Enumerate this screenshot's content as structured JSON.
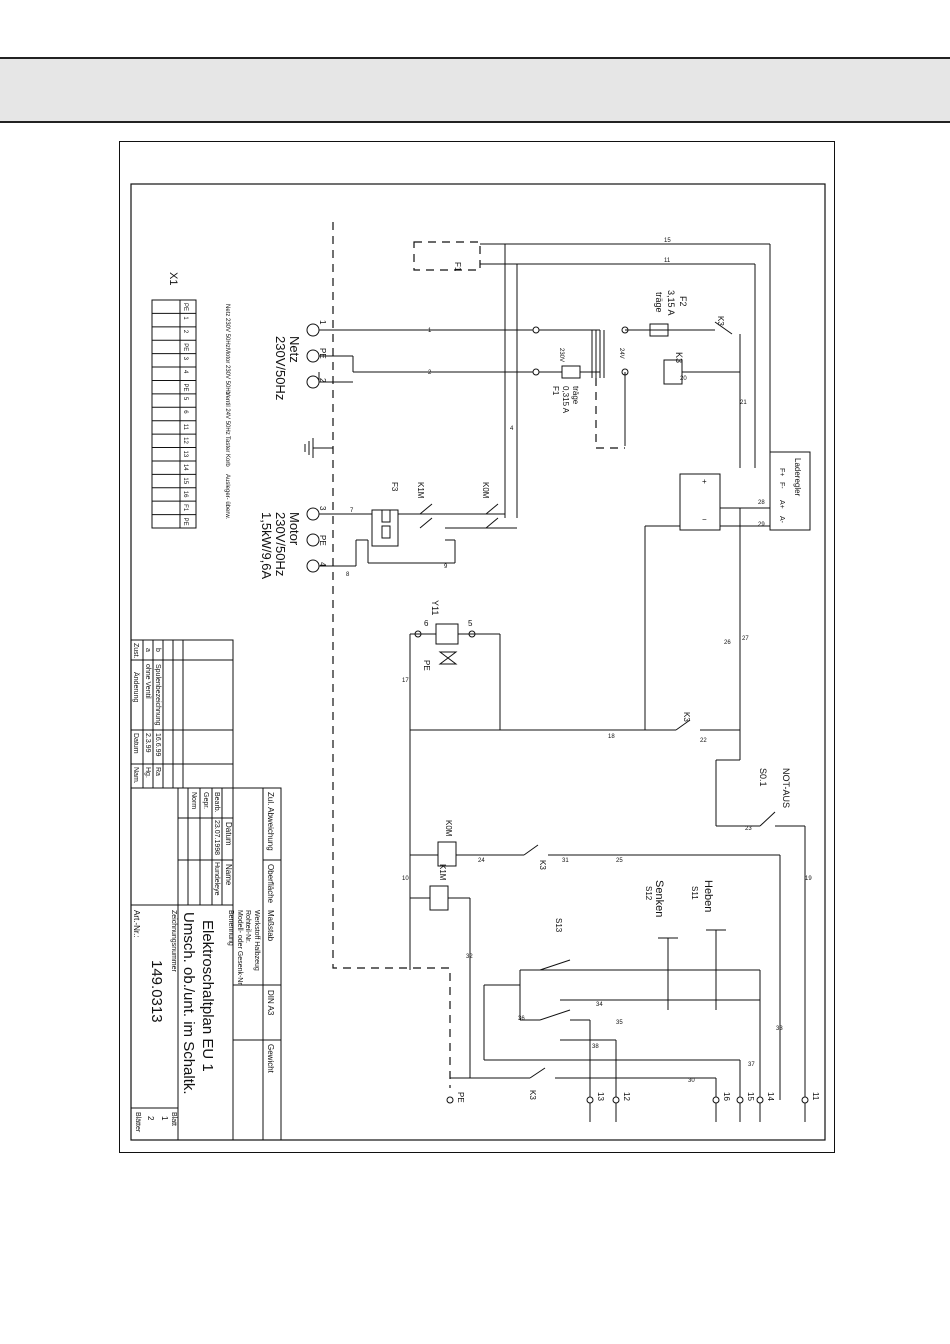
{
  "mains": {
    "label": "Netz",
    "spec": "230V/50Hz",
    "pe": "PE"
  },
  "motor": {
    "label": "Motor",
    "spec1": "230V/50Hz",
    "spec2": "1,5kW/9,6A"
  },
  "terminal_strip": {
    "name": "X1",
    "numbers": [
      "PE",
      "1",
      "2",
      "PE",
      "3",
      "4",
      "PE",
      "5",
      "6",
      "11",
      "12",
      "13",
      "14",
      "15",
      "16",
      "F1",
      "PE"
    ],
    "group_labels": [
      "Netz 230V 50Hz",
      "Motor 230V 50Hz",
      "Ventil 24V 50Hz",
      "Taster Korb",
      "Ausleger- überw."
    ]
  },
  "fuses": {
    "f1_name": "F1",
    "f1_rating": "0,315 A",
    "f1_type": "träge",
    "f2_name": "F2",
    "f2_rating": "3,15 A",
    "f2_type": "träge"
  },
  "transformer": {
    "primary": "230V",
    "secondary": "24V"
  },
  "contactors": {
    "k1m": "K1M",
    "k0m": "K0M",
    "k3": "K3",
    "f3": "F3",
    "y11": "Y11"
  },
  "charger": {
    "label": "Laderegler",
    "terminals": [
      "F+",
      "F-",
      "A+",
      "A-"
    ]
  },
  "switches": {
    "not_aus": "NOT-AUS",
    "s01": "S0.1",
    "heben": "Heben",
    "s11": "S11",
    "senken": "Senken",
    "s12": "S12",
    "s13": "S13"
  },
  "outputs": [
    "PE",
    "13",
    "12",
    "16",
    "15",
    "14",
    "11"
  ],
  "wire_numbers": {
    "w1": "1",
    "w2": "2",
    "w4": "4",
    "w7": "7",
    "w8": "8",
    "w9": "9",
    "w10": "10",
    "w11": "11",
    "w15": "15",
    "w17": "17",
    "w18": "18",
    "w19": "19",
    "w20": "20",
    "w21": "21",
    "w22": "22",
    "w23": "23",
    "w24": "24",
    "w25": "25",
    "w26": "26",
    "w27": "27",
    "w28": "28",
    "w29": "29",
    "w30": "30",
    "w31": "31",
    "w32": "32",
    "w33": "33",
    "w34": "34",
    "w35": "35",
    "w36": "36",
    "w37": "37",
    "w38": "38"
  },
  "title_block": {
    "title_line1": "Elektroschaltplan EU 1",
    "title_line2": "Umsch. ob./unt. im Schaltk.",
    "drawing_number": "149.0313",
    "drawing_number_label": "Zeichnungsnummer",
    "art_nr": "Art.-Nr.:",
    "werkstoff": "Werkstoff Halbzeug",
    "rohteil": "Rohteil-Nr.",
    "modell": "Modell- oder Gesenk-Nr.",
    "benennung": "Benennung",
    "massstab": "Maßstab",
    "format": "DIN A3",
    "gewicht": "Gewicht",
    "zul_abweichung": "Zul. Abweichung",
    "oberflaeche": "Oberfläche",
    "bearb": "Bearb.",
    "gepr": "Gepr.",
    "norm": "Norm",
    "datum_label": "Datum",
    "name_label": "Name",
    "bearb_datum": "23.07.1998",
    "bearb_name": "Hundeleye",
    "blatt": "Blatt",
    "blatt_no": "1",
    "blaetter": "Blätter",
    "blaetter_no": "2"
  },
  "revisions": {
    "headers": [
      "Zust.",
      "Änderung",
      "Datum",
      "Nam."
    ],
    "rows": [
      {
        "z": "b",
        "change": "Spulenbezeichnung",
        "date": "16.6.99",
        "name": "Ra"
      },
      {
        "z": "a",
        "change": "ohne Ventil",
        "date": "2.3.99",
        "name": "Hg."
      }
    ]
  }
}
